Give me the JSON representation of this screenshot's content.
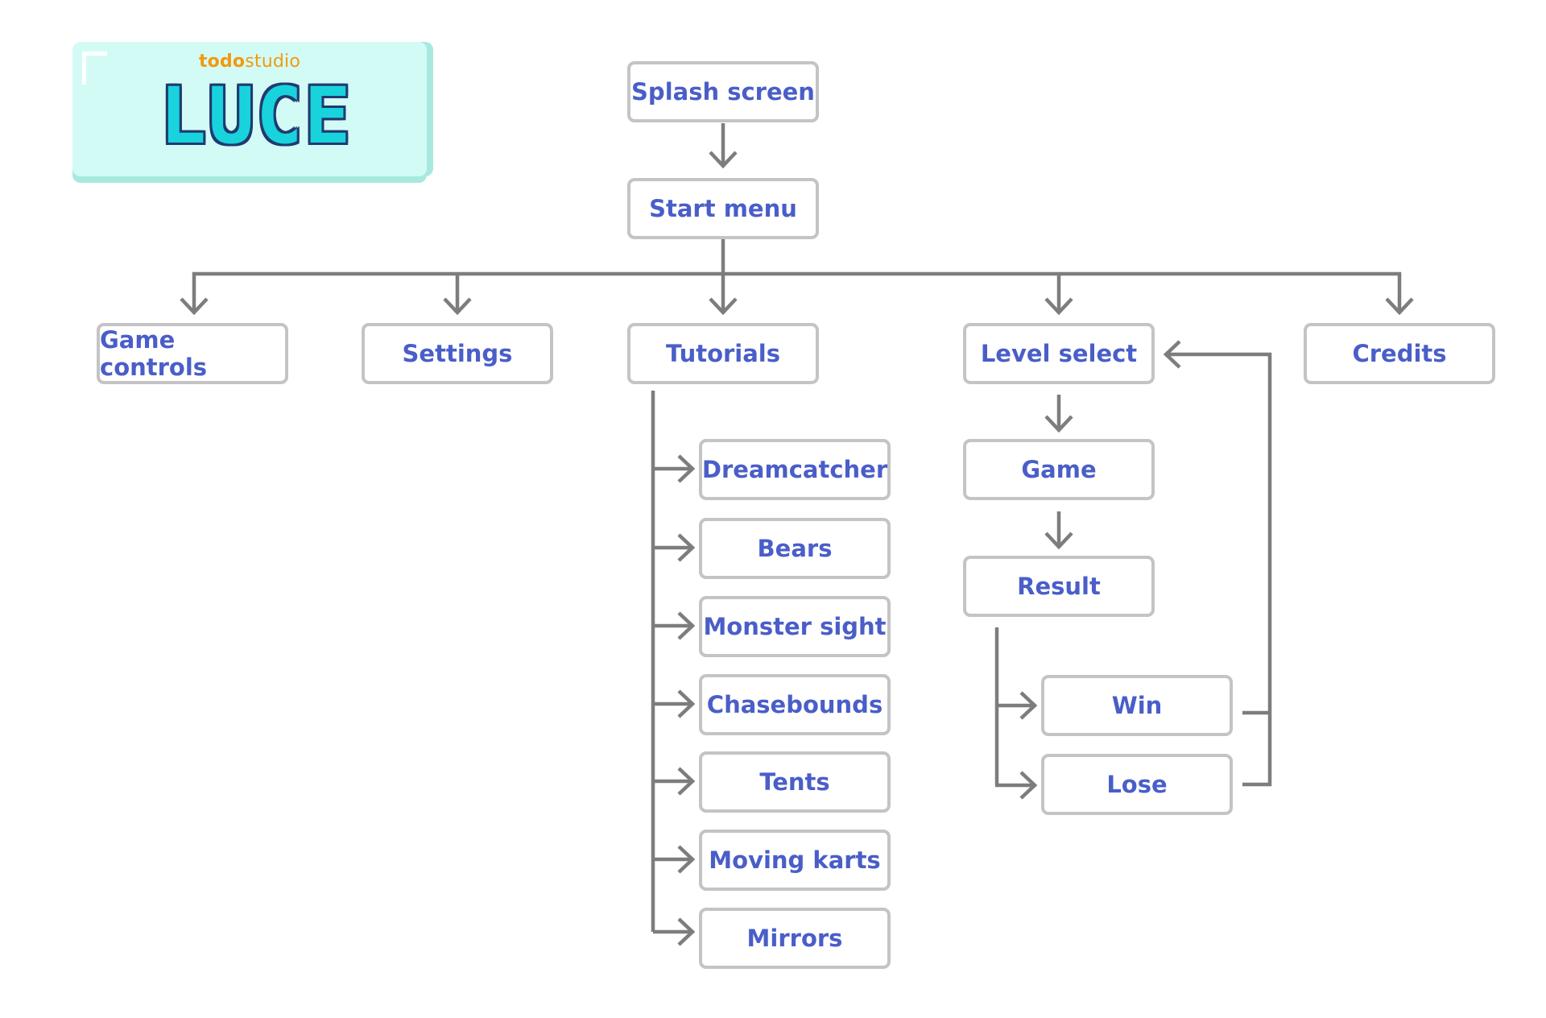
{
  "logo": {
    "studio_bold": "todo",
    "studio_rest": "studio",
    "wordmark": "LUCE",
    "colors": {
      "background": "#d3fbf6",
      "studio": "#f29a0c",
      "wordmark": "#18d3dc",
      "outline": "#213a70"
    }
  },
  "nodes": {
    "splash": "Splash screen",
    "start_menu": "Start menu",
    "game_controls": "Game controls",
    "settings": "Settings",
    "tutorials": "Tutorials",
    "level_select": "Level select",
    "credits": "Credits",
    "dreamcatcher": "Dreamcatcher",
    "bears": "Bears",
    "monster_sight": "Monster sight",
    "chasebounds": "Chasebounds",
    "tents": "Tents",
    "moving_karts": "Moving karts",
    "mirrors": "Mirrors",
    "game": "Game",
    "result": "Result",
    "win": "Win",
    "lose": "Lose"
  },
  "edges": [
    [
      "splash",
      "start_menu"
    ],
    [
      "start_menu",
      "game_controls"
    ],
    [
      "start_menu",
      "settings"
    ],
    [
      "start_menu",
      "tutorials"
    ],
    [
      "start_menu",
      "level_select"
    ],
    [
      "start_menu",
      "credits"
    ],
    [
      "tutorials",
      "dreamcatcher"
    ],
    [
      "tutorials",
      "bears"
    ],
    [
      "tutorials",
      "monster_sight"
    ],
    [
      "tutorials",
      "chasebounds"
    ],
    [
      "tutorials",
      "tents"
    ],
    [
      "tutorials",
      "moving_karts"
    ],
    [
      "tutorials",
      "mirrors"
    ],
    [
      "level_select",
      "game"
    ],
    [
      "game",
      "result"
    ],
    [
      "result",
      "win"
    ],
    [
      "result",
      "lose"
    ],
    [
      "win",
      "level_select"
    ],
    [
      "lose",
      "level_select"
    ]
  ],
  "colors": {
    "node_text": "#4a5ec8",
    "node_border": "#c4c4c4",
    "connector": "#7d7d7d"
  }
}
